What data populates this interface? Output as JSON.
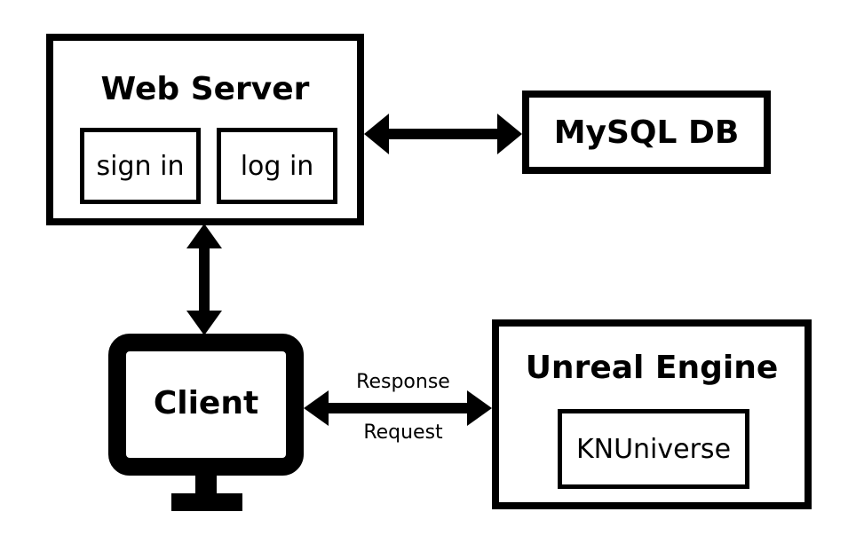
{
  "web_server": {
    "title": "Web Server",
    "modules": [
      {
        "label": "sign in"
      },
      {
        "label": "log in"
      }
    ]
  },
  "database": {
    "title": "MySQL DB"
  },
  "client": {
    "title": "Client"
  },
  "engine": {
    "title": "Unreal Engine",
    "module": "KNUniverse"
  },
  "connection": {
    "top_label": "Response",
    "bottom_label": "Request"
  }
}
